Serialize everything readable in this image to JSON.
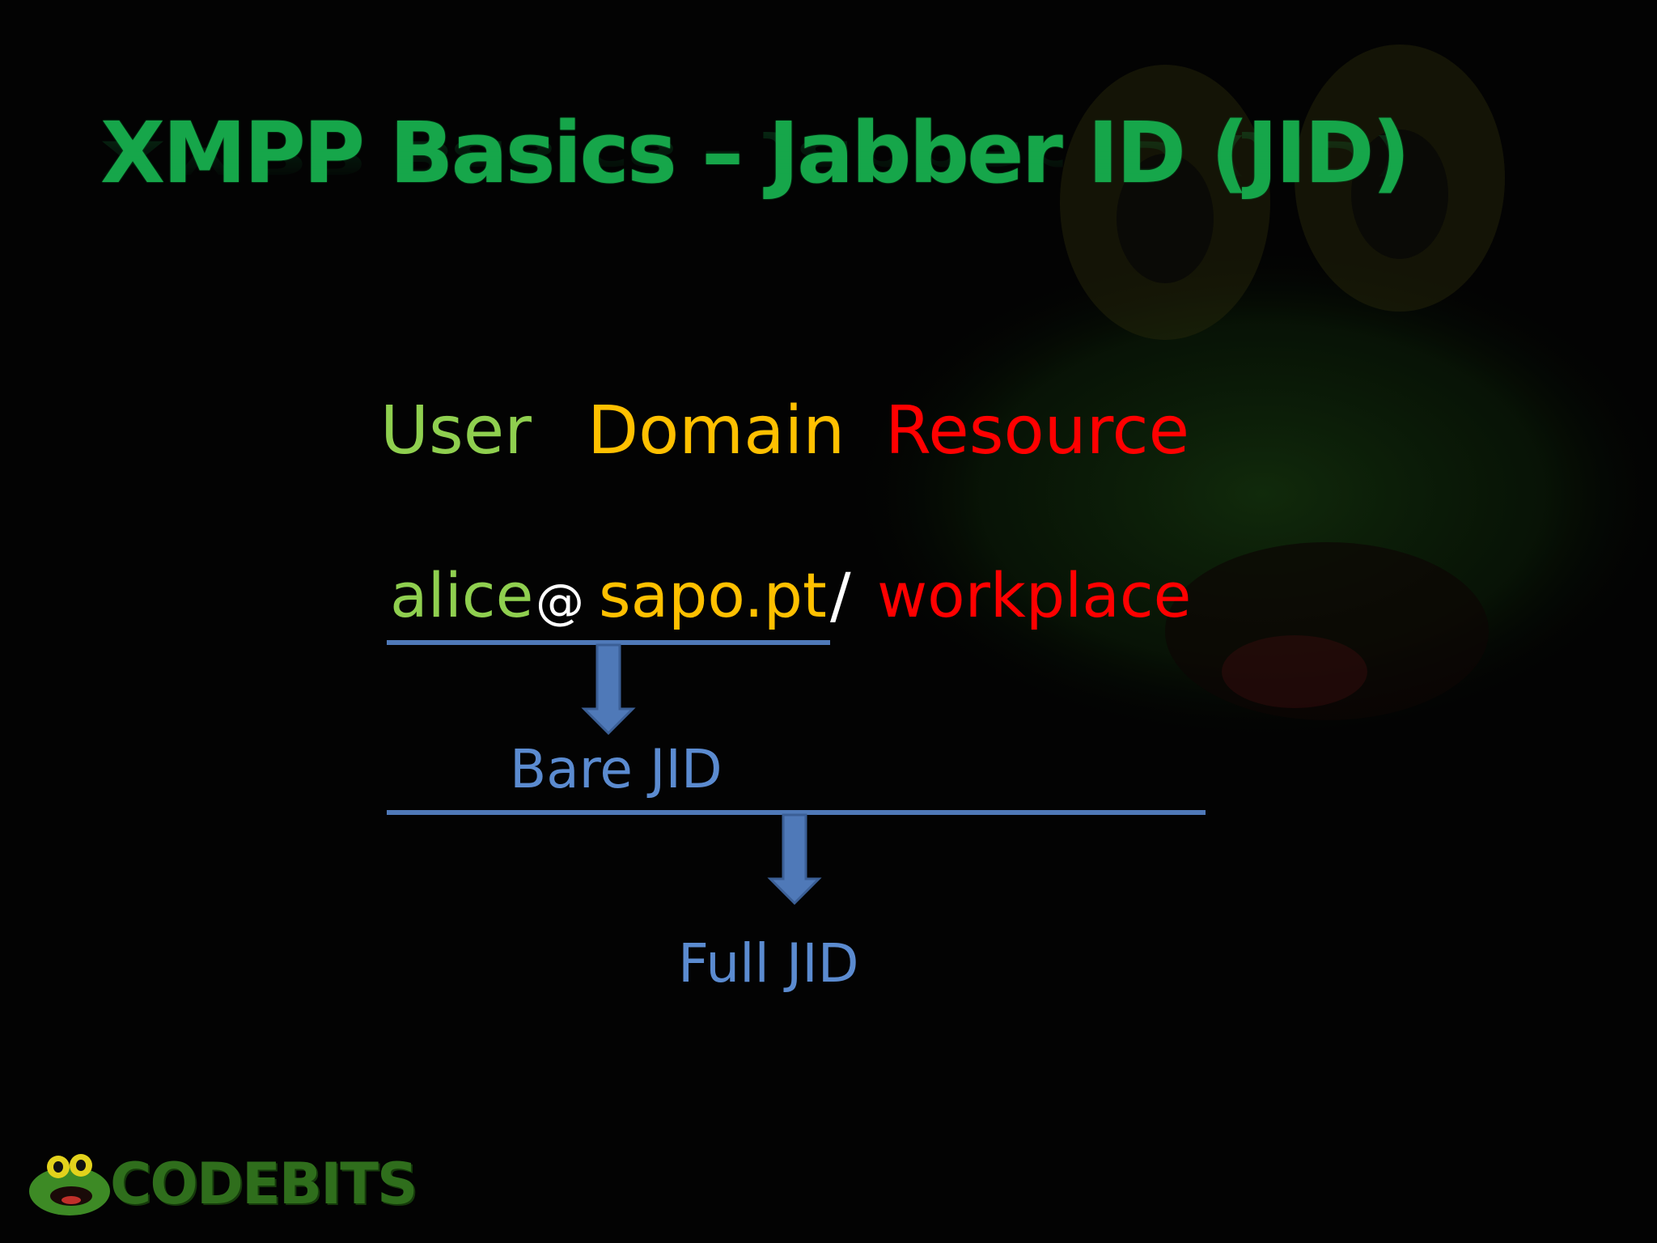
{
  "slide": {
    "title": "XMPP Basics – Jabber ID (JID)",
    "headers": {
      "user": "User",
      "domain": "Domain",
      "resource": "Resource"
    },
    "jid": {
      "user": "alice",
      "at": "@",
      "domain": "sapo.pt",
      "slash": "/",
      "resource": "workplace"
    },
    "captions": {
      "bare": "Bare JID",
      "full": "Full JID"
    },
    "logo_text": "CODEBITS",
    "colors": {
      "title": "#16a64a",
      "user": "#8fcf4f",
      "domain": "#ffc000",
      "resource": "#ff0000",
      "separator": "#ffffff",
      "caption": "#5b8bd0",
      "bracket": "#4f79b8"
    }
  }
}
